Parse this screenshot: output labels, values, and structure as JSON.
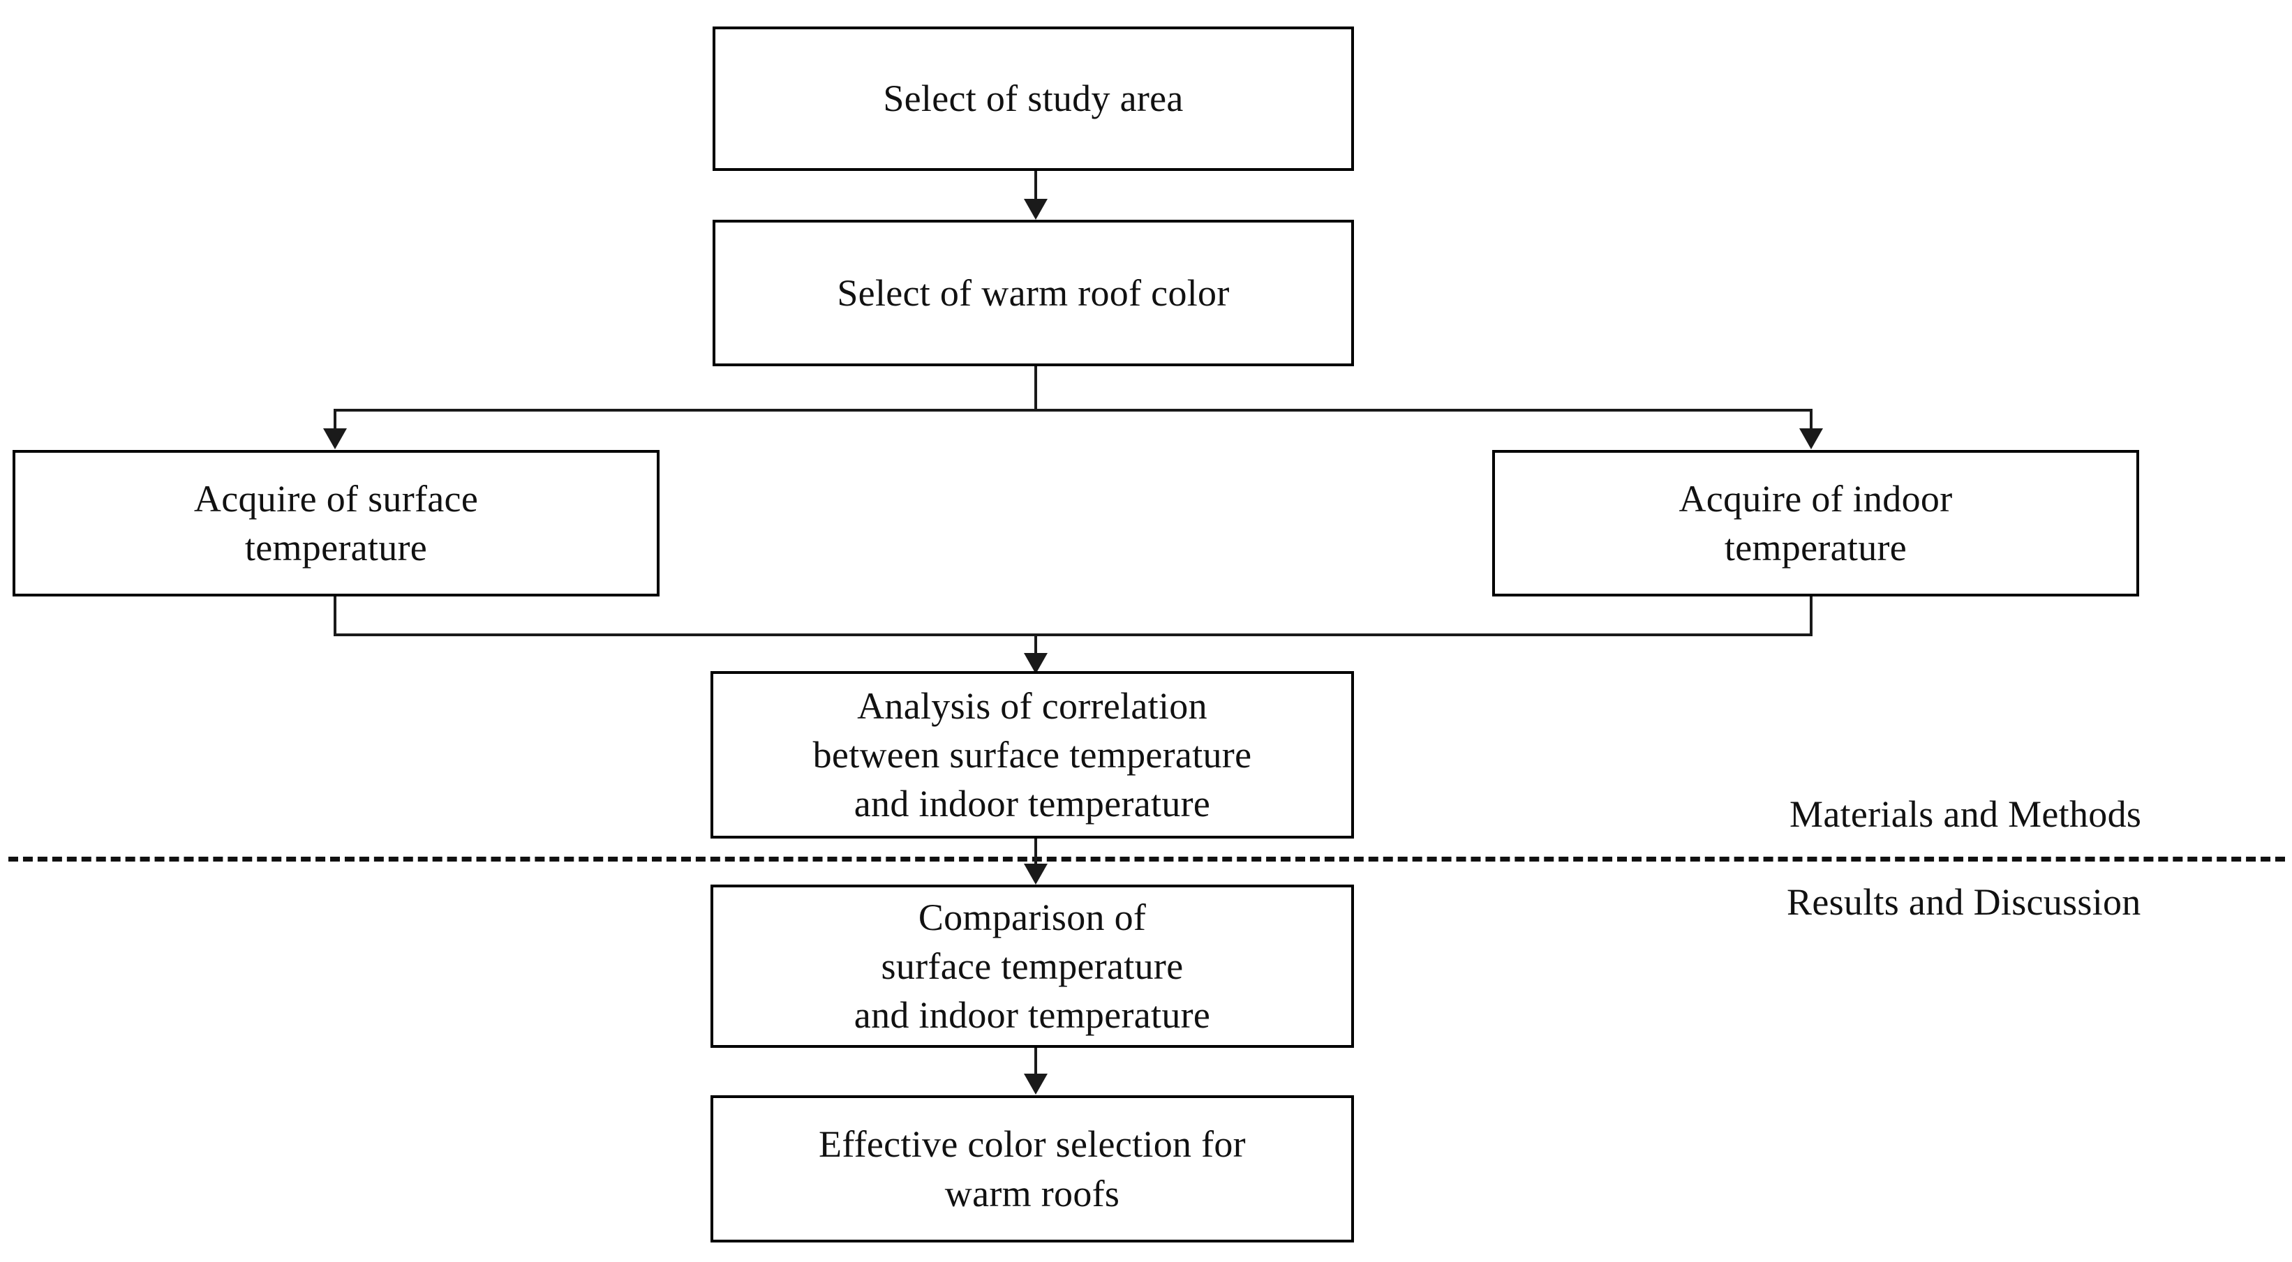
{
  "diagram": {
    "title": "Research workflow flowchart",
    "type": "flowchart",
    "background_color": "#ffffff",
    "line_color": "#1a1a1a",
    "text_color": "#111111",
    "nodes": [
      {
        "id": "study-area",
        "label": "Select of study area"
      },
      {
        "id": "roof-color",
        "label": "Select of warm roof color"
      },
      {
        "id": "surface-temp",
        "label": "Acquire of surface\ntemperature"
      },
      {
        "id": "indoor-temp",
        "label": "Acquire of indoor\ntemperature"
      },
      {
        "id": "correlation",
        "label": "Analysis of correlation\nbetween surface temperature\nand indoor temperature"
      },
      {
        "id": "comparison",
        "label": "Comparison of\nsurface temperature\nand indoor temperature"
      },
      {
        "id": "effective-color",
        "label": "Effective color selection for\nwarm roofs"
      }
    ],
    "section_labels": [
      {
        "id": "materials-and-methods",
        "label": "Materials and Methods"
      },
      {
        "id": "results-and-discussion",
        "label": "Results and Discussion"
      }
    ],
    "divider": {
      "style": "dashed",
      "label": "section-divider"
    }
  }
}
